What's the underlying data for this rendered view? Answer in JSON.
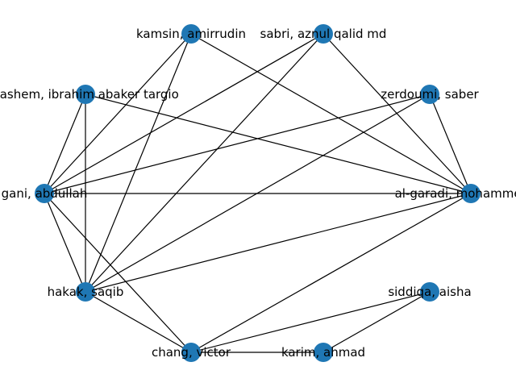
{
  "graph": {
    "node_color": "#1f77b4",
    "edge_color": "#000000",
    "nodes": [
      {
        "id": "kamsin",
        "label": "kamsin, amirrudin"
      },
      {
        "id": "sabri",
        "label": "sabri, aznul qalid md"
      },
      {
        "id": "zerdoumi",
        "label": "zerdoumi, saber"
      },
      {
        "id": "algaradi",
        "label": "al-garadi, mohammed ali"
      },
      {
        "id": "siddiqa",
        "label": "siddiqa, aisha"
      },
      {
        "id": "karim",
        "label": "karim, ahmad"
      },
      {
        "id": "chang",
        "label": "chang, victor"
      },
      {
        "id": "hakak",
        "label": "hakak, saqib"
      },
      {
        "id": "gani",
        "label": "gani, abdullah"
      },
      {
        "id": "hashem",
        "label": "hashem, ibrahim abaker targio"
      }
    ],
    "edges": [
      [
        "kamsin",
        "gani"
      ],
      [
        "kamsin",
        "hakak"
      ],
      [
        "kamsin",
        "algaradi"
      ],
      [
        "sabri",
        "gani"
      ],
      [
        "sabri",
        "hakak"
      ],
      [
        "sabri",
        "algaradi"
      ],
      [
        "hashem",
        "gani"
      ],
      [
        "hashem",
        "hakak"
      ],
      [
        "hashem",
        "algaradi"
      ],
      [
        "zerdoumi",
        "gani"
      ],
      [
        "zerdoumi",
        "hakak"
      ],
      [
        "zerdoumi",
        "algaradi"
      ],
      [
        "gani",
        "algaradi"
      ],
      [
        "gani",
        "hakak"
      ],
      [
        "gani",
        "chang"
      ],
      [
        "hakak",
        "algaradi"
      ],
      [
        "hakak",
        "chang"
      ],
      [
        "algaradi",
        "chang"
      ],
      [
        "chang",
        "karim"
      ],
      [
        "chang",
        "siddiqa"
      ],
      [
        "karim",
        "siddiqa"
      ]
    ]
  }
}
